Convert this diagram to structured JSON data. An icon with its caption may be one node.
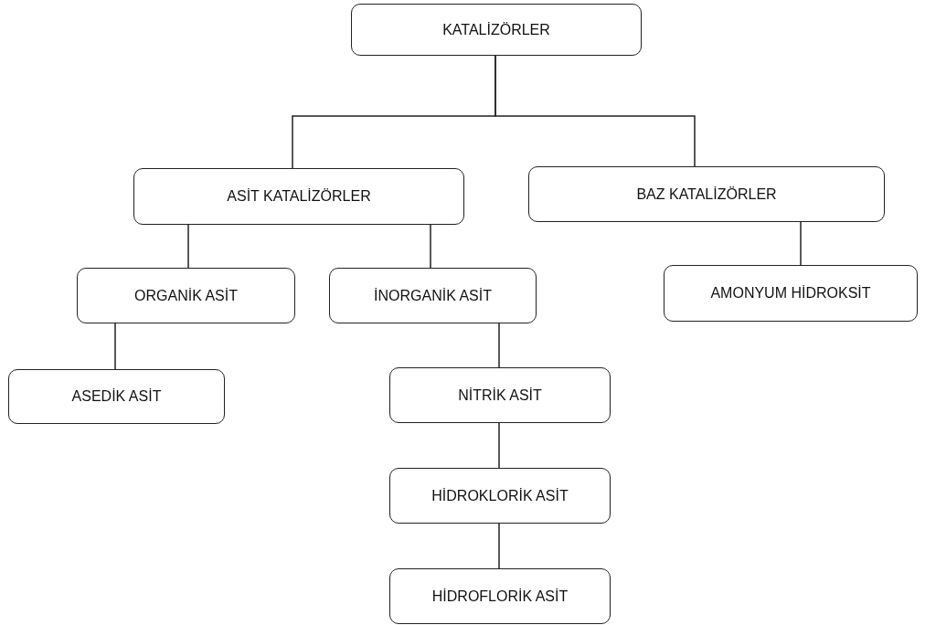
{
  "diagram": {
    "nodes": [
      {
        "text": [
          "KATALİZÖRLER"
        ]
      },
      {
        "text": [
          "ASİT KATALİZÖRLER"
        ]
      },
      {
        "text": [
          "BAZ KATALİZÖRLER"
        ]
      },
      {
        "text": [
          "ORGANİK ASİT"
        ]
      },
      {
        "text": [
          "İNORGANİK ASİT"
        ]
      },
      {
        "text": [
          "AMONYUM HİDROKSİT"
        ]
      },
      {
        "text": [
          "ASEDİK ASİT"
        ]
      },
      {
        "text": [
          "NİTRİK ASİT"
        ]
      },
      {
        "text": [
          "HİDROKLORİK ASİT"
        ]
      },
      {
        "text": [
          "HİDROFLORİK ASİT"
        ]
      }
    ],
    "edges": [
      {
        "from": 0,
        "to": 1,
        "arrow": "none"
      },
      {
        "from": 0,
        "to": 2,
        "arrow": "none"
      },
      {
        "from": 1,
        "to": 3,
        "arrow": "none"
      },
      {
        "from": 1,
        "to": 4,
        "arrow": "none"
      },
      {
        "from": 2,
        "to": 5,
        "arrow": "none"
      },
      {
        "from": 3,
        "to": 6,
        "arrow": "none"
      },
      {
        "from": 4,
        "to": 7,
        "arrow": "none"
      },
      {
        "from": 7,
        "to": 8,
        "arrow": "none"
      },
      {
        "from": 8,
        "to": 9,
        "arrow": "none"
      }
    ]
  }
}
